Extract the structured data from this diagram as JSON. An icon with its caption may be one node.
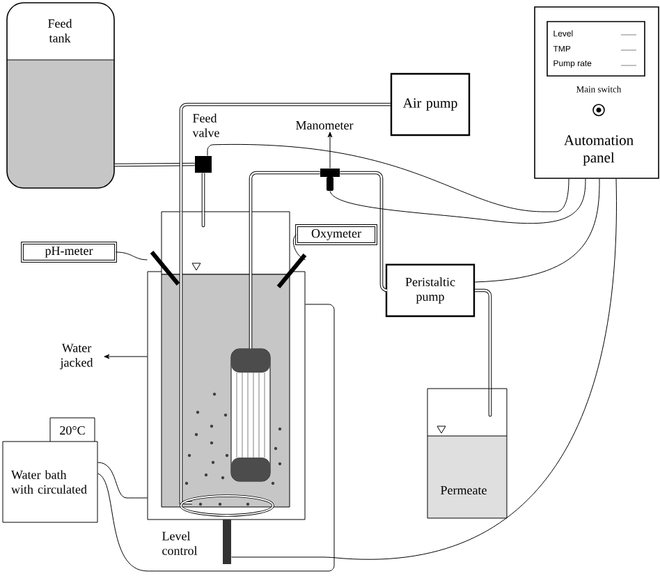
{
  "diagram": {
    "nodes": [
      {
        "text": [
          "Feed tank"
        ]
      },
      {
        "text": [],
        "shape": "box",
        "beside": [
          "Feed valve"
        ]
      },
      {
        "text": [
          "Air pump"
        ]
      },
      {
        "text": [
          "Main switch",
          "Automation panel"
        ]
      },
      {
        "text": [
          "Level",
          "TMP",
          "Pump rate"
        ],
        "in": 3
      },
      {
        "text": [
          "Manometer"
        ]
      },
      {
        "text": [],
        "shape": "box"
      },
      {
        "text": [
          "pH-meter"
        ]
      },
      {
        "text": [
          "Oxymeter"
        ]
      },
      {
        "text": [],
        "shape": "box"
      },
      {
        "text": [],
        "shape": "cylinder",
        "in": 9
      },
      {
        "text": [
          "Peristaltic pump"
        ]
      },
      {
        "text": [
          "Water jacked"
        ]
      },
      {
        "text": [
          "Permeate"
        ]
      },
      {
        "text": [
          "20°C"
        ]
      },
      {
        "text": [
          "Water bath with circulated"
        ]
      },
      {
        "text": [],
        "shape": "bar",
        "beside": [
          "Level control"
        ]
      }
    ],
    "edges": [
      {
        "from": 0,
        "to": 1,
        "arrow": "none",
        "style": "thick"
      },
      {
        "from": 1,
        "to": 9,
        "arrow": "none",
        "style": "thick"
      },
      {
        "from": 2,
        "to": 9,
        "arrow": "none",
        "style": "thick"
      },
      {
        "from": 10,
        "to": 6,
        "arrow": "none",
        "style": "thick"
      },
      {
        "from": 6,
        "to": 11,
        "arrow": "none",
        "style": "thick"
      },
      {
        "from": 6,
        "to": 5,
        "arrow": "to"
      },
      {
        "from": 11,
        "to": 13,
        "arrow": "none",
        "style": "thick"
      },
      {
        "from": 1,
        "to": 3,
        "arrow": "none"
      },
      {
        "from": 6,
        "to": 3,
        "arrow": "none"
      },
      {
        "from": 11,
        "to": 3,
        "arrow": "none"
      },
      {
        "from": 16,
        "to": 3,
        "arrow": "none"
      },
      {
        "from": 7,
        "to": 9,
        "arrow": "none"
      },
      {
        "from": 8,
        "to": 9,
        "arrow": "none"
      },
      {
        "from": 9,
        "to": 12,
        "arrow": "to"
      },
      {
        "from": 15,
        "to": 9,
        "arrow": "none"
      },
      {
        "from": 15,
        "to": 9,
        "arrow": "none"
      }
    ]
  }
}
